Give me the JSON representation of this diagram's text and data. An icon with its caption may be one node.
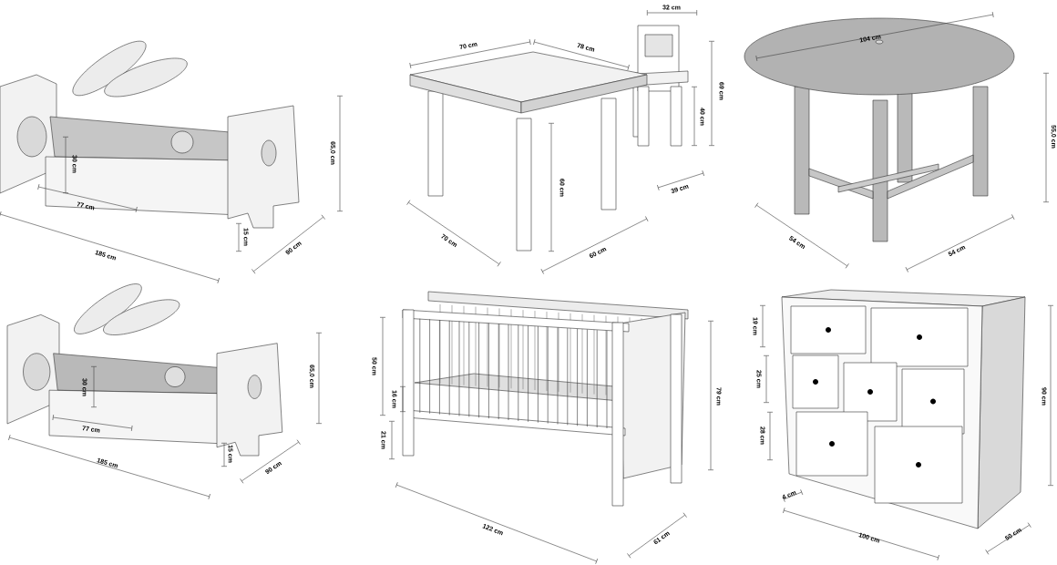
{
  "diagram": {
    "labels": [
      "65,0 cm",
      "30 cm",
      "77 cm",
      "15 cm",
      "185 cm",
      "90 cm",
      "32 cm",
      "70 cm",
      "78 cm",
      "69 cm",
      "40 cm",
      "60 cm",
      "39 cm",
      "70 cm",
      "60 cm",
      "104 cm",
      "55,0 cm",
      "54 cm",
      "54 cm",
      "65,0 cm",
      "30 cm",
      "77 cm",
      "15 cm",
      "185 cm",
      "90 cm",
      "50 cm",
      "16 cm",
      "21 cm",
      "79 cm",
      "122 cm",
      "61 cm",
      "19 cm",
      "25 cm",
      "28 cm",
      "90 cm",
      "4 cm",
      "100 cm",
      "50 cm"
    ]
  }
}
